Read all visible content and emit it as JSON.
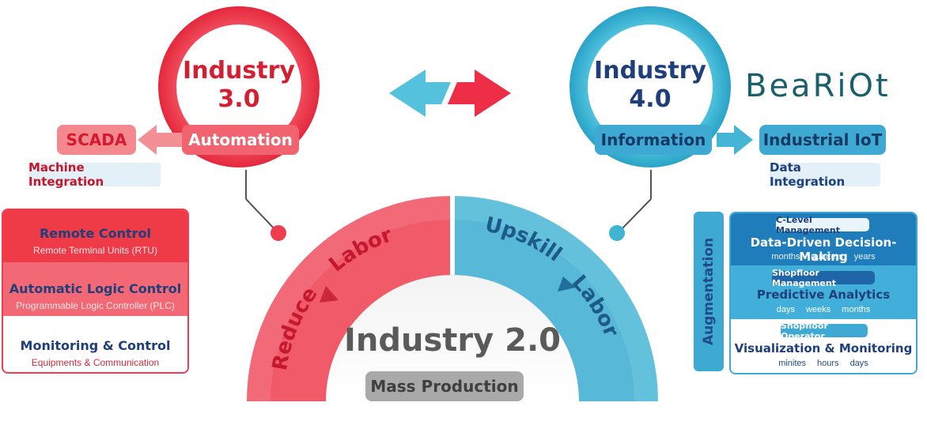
{
  "left_circle": {
    "title_line1": "Industry",
    "title_line2": "3.0",
    "label": "Automation"
  },
  "right_circle": {
    "title_line1": "Industry",
    "title_line2": "4.0",
    "label": "Information"
  },
  "brand": {
    "name": "BeaRiOt"
  },
  "left_side": {
    "scada": "SCADA",
    "machine_integration": "Machine Integration",
    "stack": [
      {
        "title": "Remote  Control",
        "subtitle": "Remote Terminal Units (RTU)"
      },
      {
        "title": "Automatic Logic Control",
        "subtitle": "Programmable Logic Controller (PLC)"
      },
      {
        "title": "Monitoring & Control",
        "subtitle": "Equipments & Communication"
      }
    ]
  },
  "right_side": {
    "industrial_iot": "Industrial IoT",
    "data_integration": "Data Integration",
    "augmentation": "Augmentation",
    "stack": [
      {
        "badge": "C-Level  Management",
        "title": "Data-Driven Decision-Making",
        "horizons": [
          "months",
          "quarters",
          "years"
        ]
      },
      {
        "badge": "Shopfloor  Management",
        "title": "Predictive Analytics",
        "horizons": [
          "days",
          "weeks",
          "months"
        ]
      },
      {
        "badge": "Shopfloor  Operator",
        "title": "Visualization & Monitoring",
        "horizons": [
          "minites",
          "hours",
          "days"
        ]
      }
    ]
  },
  "arc": {
    "left_text_1": "Reduce",
    "left_text_2": "Labor",
    "right_text_1": "Upskill",
    "right_text_2": "Labor",
    "center_title": "Industry 2.0",
    "center_label": "Mass Production"
  },
  "colors": {
    "red": "#ee3d4f",
    "red_light": "#f26b79",
    "blue": "#3fb0d1",
    "blue_dark": "#1f6f9a",
    "navy": "#1f3f7a"
  }
}
